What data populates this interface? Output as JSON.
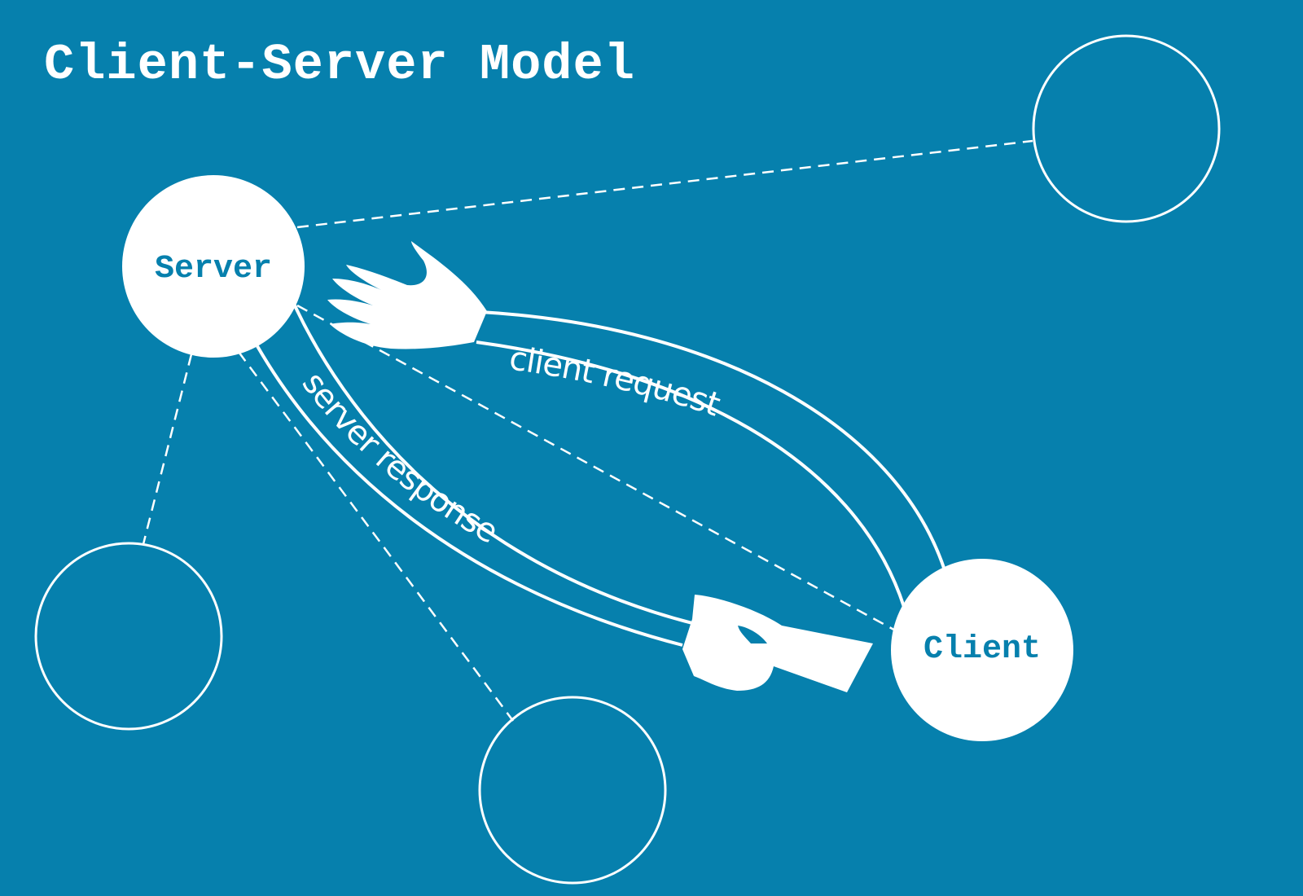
{
  "title": "Client-Server Model",
  "nodes": {
    "server": {
      "label": "Server"
    },
    "client": {
      "label": "Client"
    }
  },
  "bands": {
    "request": {
      "label": "client request"
    },
    "response": {
      "label": "server response"
    }
  },
  "colors": {
    "background": "#0680ad",
    "foreground": "#ffffff",
    "node_text": "#0680ad"
  }
}
